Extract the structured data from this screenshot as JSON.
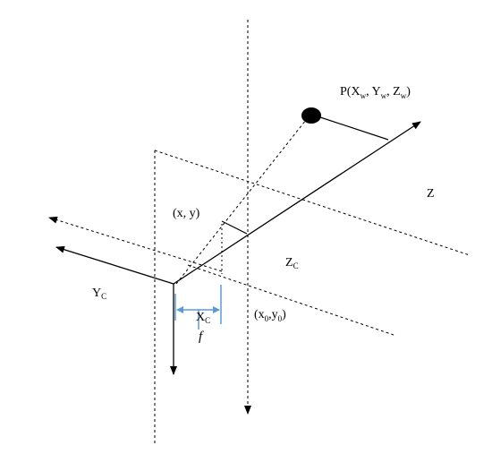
{
  "labels": {
    "point_p": "P(X",
    "point_p_sub_w1": "w",
    "point_p_sep1": ", Y",
    "point_p_sub_w2": "w",
    "point_p_sep2": ", Z",
    "point_p_sub_w3": "w",
    "point_p_close": ")",
    "image_point": "(x, y)",
    "z_axis": "Z",
    "zc_main": "Z",
    "zc_sub": "C",
    "yc_main": "Y",
    "yc_sub": "C",
    "xc_main": "X",
    "xc_sub": "C",
    "principal_open": "(x",
    "principal_sub0a": "0",
    "principal_mid": ",y",
    "principal_sub0b": "0",
    "principal_close": ")",
    "focal_length": "f"
  },
  "colors": {
    "line": "#000000",
    "focal_bracket": "#5b9bd5",
    "point": "#000000"
  }
}
